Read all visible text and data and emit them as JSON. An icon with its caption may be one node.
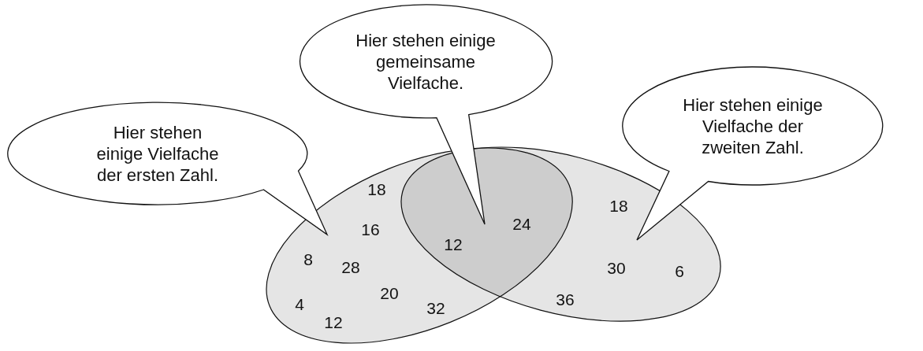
{
  "diagram": {
    "nodes": [
      {
        "text": [
          "Hier stehen einige Vielfache der ersten Zahl."
        ]
      },
      {
        "text": [
          "Hier stehen einige gemeinsame Vielfache."
        ]
      },
      {
        "text": [
          "Hier stehen einige Vielfache der zweiten Zahl."
        ]
      },
      {
        "text": [],
        "shape": "ellipse"
      },
      {
        "text": [],
        "shape": "ellipse"
      }
    ],
    "edges": [],
    "labels": [
      "18",
      "18",
      "24",
      "16",
      "12",
      "8",
      "28",
      "30",
      "6",
      "20",
      "36",
      "4",
      "32",
      "12"
    ]
  }
}
